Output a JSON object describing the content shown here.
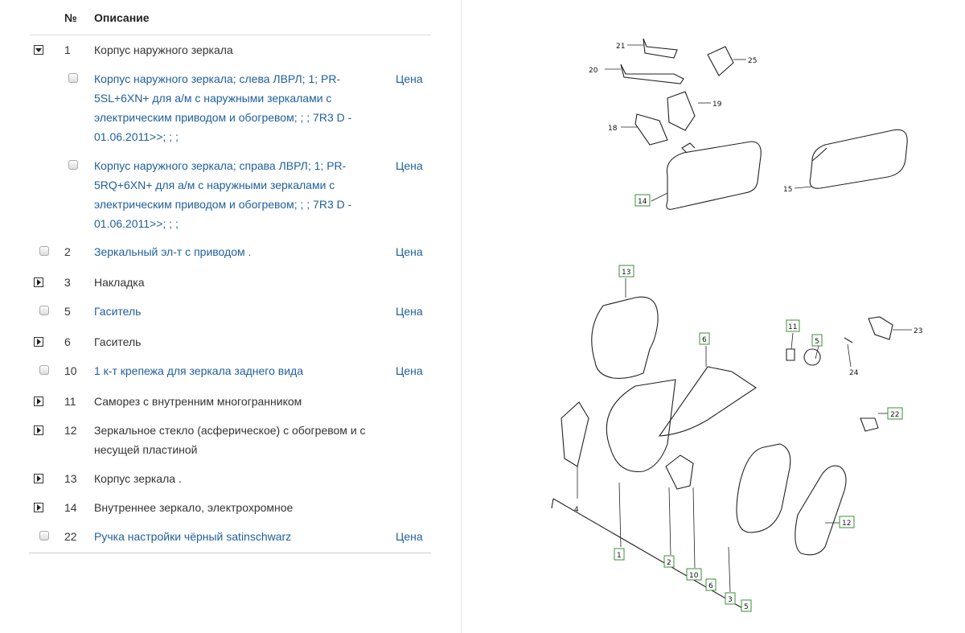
{
  "table": {
    "header": {
      "num": "№",
      "desc": "Описание"
    },
    "price_label": "Цена",
    "rows": [
      {
        "num": "1",
        "desc": "Корпус наружного зеркала",
        "link": false,
        "expanded": true
      },
      {
        "num": "",
        "desc_lines": [
          "Корпус наружного зеркала; слева ЛВРЛ; 1; PR-",
          "5SL+6XN+ для а/м с наружными зеркалами с",
          "электрическим приводом и обогревом; ; ; 7R3 D -",
          "01.06.2011>>; ; ;"
        ],
        "link": true
      },
      {
        "num": "",
        "desc_lines": [
          "Корпус наружного зеркала; справа ЛВРЛ; 1; PR-",
          "5RQ+6XN+ для а/м с наружными зеркалами с",
          "электрическим приводом и обогревом; ; ; 7R3 D -",
          "01.06.2011>>; ; ;"
        ],
        "link": true
      },
      {
        "num": "2",
        "desc": "Зеркальный эл-т с приводом .",
        "link": true
      },
      {
        "num": "3",
        "desc": "Накладка",
        "link": false
      },
      {
        "num": "5",
        "desc": "Гаситель",
        "link": true
      },
      {
        "num": "6",
        "desc": "Гаситель",
        "link": false
      },
      {
        "num": "10",
        "desc": "1 к-т крепежа для зеркала заднего вида",
        "link": true
      },
      {
        "num": "11",
        "desc": "Саморез с внутренним многогранником",
        "link": false
      },
      {
        "num": "12",
        "desc_lines": [
          "Зеркальное стекло (асферическое) с обогревом и с",
          "несущей пластиной"
        ],
        "link": false
      },
      {
        "num": "13",
        "desc": "Корпус зеркала .",
        "link": false
      },
      {
        "num": "14",
        "desc": "Внутреннее зеркало, электрохромное",
        "link": false
      },
      {
        "num": "22",
        "desc": "Ручка настройки чёрный satinschwarz",
        "link": true
      }
    ]
  },
  "diagram": {
    "labels": [
      "21",
      "20",
      "25",
      "19",
      "18",
      "14",
      "15",
      "13",
      "11",
      "5",
      "23",
      "6",
      "24",
      "22",
      "4",
      "12",
      "1",
      "2",
      "10",
      "6",
      "3",
      "5"
    ]
  },
  "colors": {
    "link": "#1e5f9e",
    "label_box": "#3a8f3a"
  }
}
